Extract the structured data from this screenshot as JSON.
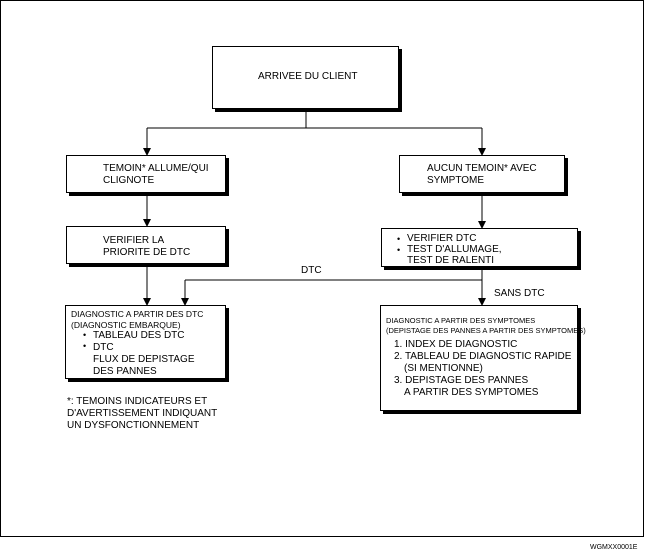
{
  "nodes": {
    "arrival": {
      "label": "ARRIVEE DU CLIENT"
    },
    "mil_on": {
      "lines": [
        "TEMOIN* ALLUME/QUI",
        "CLIGNOTE"
      ]
    },
    "no_mil": {
      "lines": [
        "AUCUN TEMOIN* AVEC",
        "SYMPTOME"
      ]
    },
    "dtc_priority": {
      "lines": [
        "VERIFIER LA",
        "PRIORITE DE DTC"
      ]
    },
    "check_list": {
      "items": [
        "VERIFIER DTC",
        "TEST D'ALLUMAGE,",
        "TEST DE RALENTI"
      ]
    },
    "dtc_diag": {
      "title_lines": [
        "DIAGNOSTIC A PARTIR DES DTC",
        "(DIAGNOSTIC EMBARQUE)"
      ],
      "items": [
        "TABLEAU DES DTC",
        "DTC"
      ],
      "extra_lines": [
        "FLUX DE DEPISTAGE",
        "DES PANNES"
      ]
    },
    "symptom_diag": {
      "title_lines": [
        "DIAGNOSTIC A PARTIR DES SYMPTOMES",
        "(DEPISTAGE DES PANNES A PARTIR DES SYMPTOMES)"
      ],
      "items": [
        "1. INDEX DE DIAGNOSTIC",
        "2. TABLEAU DE DIAGNOSTIC RAPIDE",
        "(SI MENTIONNE)",
        "3. DEPISTAGE DES PANNES",
        "A PARTIR DES SYMPTOMES"
      ]
    }
  },
  "edge_labels": {
    "dtc": "DTC",
    "no_dtc": "SANS DTC"
  },
  "footnote": [
    "*: TEMOINS INDICATEURS ET",
    "D'AVERTISSEMENT INDIQUANT",
    "UN DYSFONCTIONNEMENT"
  ],
  "figure_code": "WGMXX0001E"
}
